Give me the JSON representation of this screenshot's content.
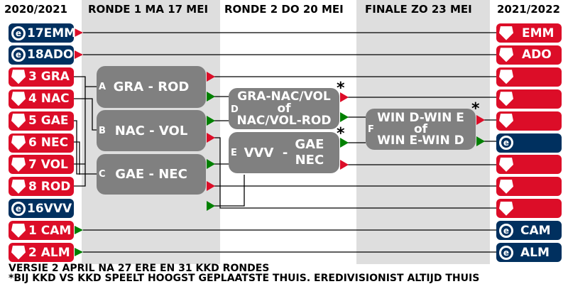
{
  "headers": [
    "2020/2021",
    "RONDE 1  MA 17 MEI",
    "RONDE 2  DO 20 MEI",
    "FINALE  ZO 23 MEI",
    "2021/2022"
  ],
  "left_teams": [
    {
      "label": "17EMM",
      "league": "eredivisie"
    },
    {
      "label": "18ADO",
      "league": "eredivisie"
    },
    {
      "label": "3 GRA",
      "league": "kkd"
    },
    {
      "label": "4 NAC",
      "league": "kkd"
    },
    {
      "label": "5 GAE",
      "league": "kkd"
    },
    {
      "label": "6 NEC",
      "league": "kkd"
    },
    {
      "label": "7 VOL",
      "league": "kkd"
    },
    {
      "label": "8 ROD",
      "league": "kkd"
    },
    {
      "label": "16VVV",
      "league": "eredivisie"
    },
    {
      "label": "1 CAM",
      "league": "kkd"
    },
    {
      "label": "2 ALM",
      "league": "kkd"
    }
  ],
  "right_teams": [
    {
      "label": "EMM",
      "league": "kkd"
    },
    {
      "label": "ADO",
      "league": "kkd"
    },
    {
      "label": "",
      "league": "kkd"
    },
    {
      "label": "",
      "league": "kkd"
    },
    {
      "label": "",
      "league": "kkd"
    },
    {
      "label": "",
      "league": "eredivisie"
    },
    {
      "label": "",
      "league": "kkd"
    },
    {
      "label": "",
      "league": "kkd"
    },
    {
      "label": "",
      "league": "kkd"
    },
    {
      "label": "CAM",
      "league": "eredivisie"
    },
    {
      "label": "ALM",
      "league": "eredivisie"
    }
  ],
  "matches": {
    "A": {
      "tag": "A",
      "text": "GRA - ROD"
    },
    "B": {
      "tag": "B",
      "text": "NAC - VOL"
    },
    "C": {
      "tag": "C",
      "text": "GAE - NEC"
    },
    "D": {
      "tag": "D",
      "line1": "GRA-NAC/VOL",
      "of": "of",
      "line2": "NAC/VOL-ROD"
    },
    "E": {
      "tag": "E",
      "home": "VVV  -",
      "away1": "GAE",
      "away2": "NEC"
    },
    "F": {
      "tag": "F",
      "line1": "WIN D-WIN E",
      "of": "of",
      "line2": "WIN E-WIN D"
    }
  },
  "star": "*",
  "footer": {
    "line1": "VERSIE   2 APRIL    NA 27 ERE EN 31 KKD RONDES",
    "line2": "*BIJ KKD VS KKD SPEELT HOOGST GEPLAATSTE THUIS. EREDIVISIONIST ALTIJD THUIS"
  },
  "colors": {
    "red": "#dc0d28",
    "navy": "#00305f",
    "green": "#008000",
    "box": "#808080"
  }
}
